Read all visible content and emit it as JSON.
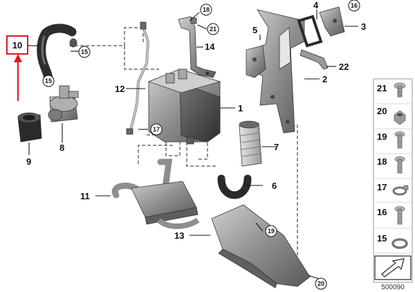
{
  "diagram": {
    "image_number": "500090",
    "highlighted_part": "10",
    "highlight_color": "#e0191f",
    "part_fill": "#8c8c8c",
    "part_fill_light": "#bdbdbd",
    "part_fill_dark": "#4a4a4a",
    "callouts": {
      "c1": "1",
      "c2": "2",
      "c3": "3",
      "c4": "4",
      "c5": "5",
      "c6": "6",
      "c7": "7",
      "c8": "8",
      "c9": "9",
      "c10": "10",
      "c11": "11",
      "c12": "12",
      "c13": "13",
      "c14": "14",
      "c22": "22",
      "k15a": "15",
      "k15b": "15",
      "k16": "16",
      "k17": "17",
      "k18": "18",
      "k19": "19",
      "k20": "20",
      "k21": "21"
    }
  },
  "legend": [
    {
      "number": "21",
      "icon": "screw-icon"
    },
    {
      "number": "20",
      "icon": "nut-icon"
    },
    {
      "number": "19",
      "icon": "bolt-icon"
    },
    {
      "number": "18",
      "icon": "bolt-icon"
    },
    {
      "number": "17",
      "icon": "hose-clamp-icon"
    },
    {
      "number": "16",
      "icon": "bolt-icon"
    },
    {
      "number": "15",
      "icon": "hose-clamp-icon"
    }
  ]
}
